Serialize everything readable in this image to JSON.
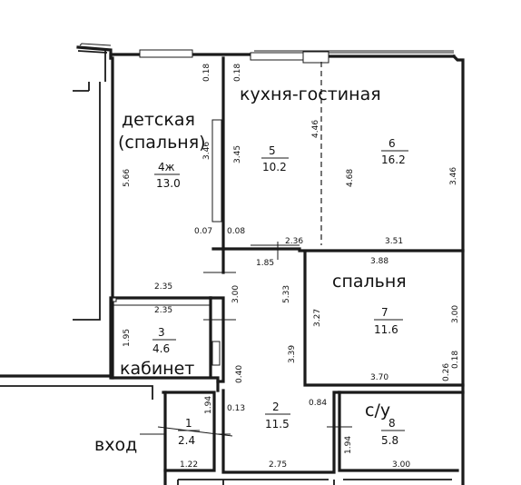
{
  "rooms": [
    {
      "label": "детская",
      "label2": "(спальня)",
      "number": "4ж",
      "area": "13.0"
    },
    {
      "label": "кухня-гостиная"
    },
    {
      "number": "5",
      "area": "10.2"
    },
    {
      "number": "6",
      "area": "16.2"
    },
    {
      "label": "спальня",
      "number": "7",
      "area": "11.6"
    },
    {
      "label": "кабинет",
      "number": "3",
      "area": "4.6"
    },
    {
      "label": "вход",
      "number": "1",
      "area": "2.4"
    },
    {
      "number": "2",
      "area": "11.5"
    },
    {
      "label": "с/у",
      "number": "8",
      "area": "5.8"
    }
  ],
  "dims": {
    "d018a": "0.18",
    "d018b": "0.18",
    "d446": "4.46",
    "d566": "5.66",
    "d345": "3.45",
    "d346a": "3.46",
    "d468": "4.68",
    "d346b": "3.46",
    "d007": "0.07",
    "d008": "0.08",
    "d236": "2.36",
    "d351": "3.51",
    "d185": "1.85",
    "d388": "3.88",
    "d235a": "2.35",
    "d300a": "3.00",
    "d533": "5.33",
    "d235b": "2.35",
    "d327": "3.27",
    "d300b": "3.00",
    "d195": "1.95",
    "d339": "3.39",
    "d018c": "0.18",
    "d040": "0.40",
    "d026": "0.26",
    "d370": "3.70",
    "d194a": "1.94",
    "d013": "0.13",
    "d084": "0.84",
    "d194b": "1.94",
    "d122": "1.22",
    "d275": "2.75",
    "d300c": "3.00"
  }
}
